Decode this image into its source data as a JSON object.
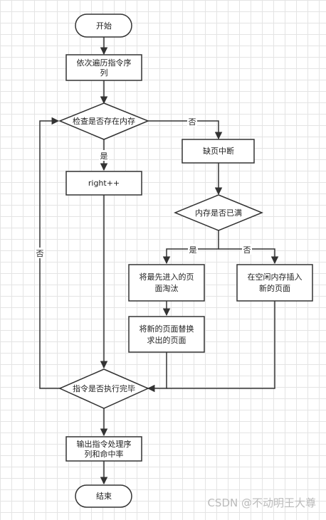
{
  "nodes": {
    "start": "开始",
    "traverse_line1": "依次遍历指令序",
    "traverse_line2": "列",
    "check_memory": "检查是否存在内存",
    "right_inc": "right++",
    "page_fault": "缺页中断",
    "memory_full": "内存是否已满",
    "fifo_line1": "将最先进入的页",
    "fifo_line2": "面淘汰",
    "free_line1": "在空闲内存插入",
    "free_line2": "新的页面",
    "replace_line1": "将新的页面替换",
    "replace_line2": "求出的页面",
    "done_check": "指令是否执行完毕",
    "output_line1": "输出指令处理序",
    "output_line2": "列和命中率",
    "end": "结束"
  },
  "edges": {
    "yes_in_memory": "是",
    "no_in_memory": "否",
    "yes_full": "是",
    "no_full": "否",
    "no_done": "否"
  },
  "watermark": "CSDN @不动明王大尊"
}
